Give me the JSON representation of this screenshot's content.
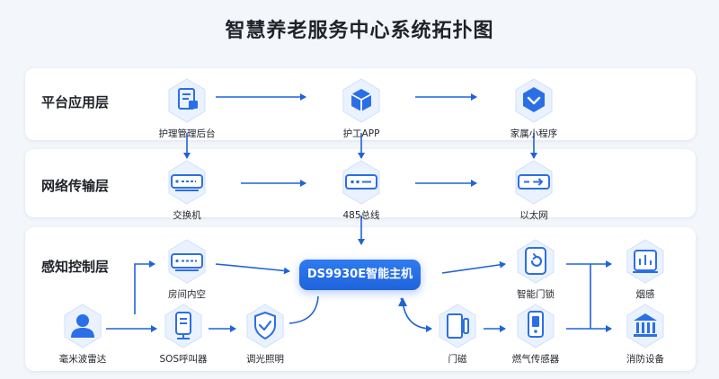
{
  "title": "智慧养老服务中心系统拓扑图",
  "layers": [
    {
      "id": "app",
      "label": "平台应用层"
    },
    {
      "id": "net",
      "label": "网络传输层"
    },
    {
      "id": "ctrl",
      "label": "感知控制层"
    }
  ],
  "nodes": {
    "nursing": {
      "label": "护理管理后台",
      "icon": "document-icon"
    },
    "app": {
      "label": "护工APP",
      "icon": "box-icon"
    },
    "family": {
      "label": "家属小程序",
      "icon": "chevron-down-icon"
    },
    "switch": {
      "label": "交换机",
      "icon": "switch-icon"
    },
    "bus485": {
      "label": "485总线",
      "icon": "router-icon"
    },
    "ethernet": {
      "label": "以太网",
      "icon": "ethernet-icon"
    },
    "room": {
      "label": "房间内空",
      "icon": "controller-icon"
    },
    "hub": {
      "label": "DS9930E智能主机"
    },
    "smartlock": {
      "label": "智能门锁",
      "icon": "lock-icon"
    },
    "smoke": {
      "label": "烟感",
      "icon": "smoke-detector-icon"
    },
    "radar": {
      "label": "毫米波雷达",
      "icon": "person-icon"
    },
    "sos": {
      "label": "SOS呼叫器",
      "icon": "sos-icon"
    },
    "light": {
      "label": "调光照明",
      "icon": "shield-icon"
    },
    "door": {
      "label": "门磁",
      "icon": "door-sensor-icon"
    },
    "gas": {
      "label": "燃气传感器",
      "icon": "gas-sensor-icon"
    },
    "fire": {
      "label": "消防设备",
      "icon": "building-icon"
    }
  },
  "colors": {
    "accent": "#1f63db",
    "icon_fill": "#eaf2ff",
    "icon_stroke": "#2b6fe6",
    "band": "#ffffff",
    "background": "#f3f6fb"
  }
}
